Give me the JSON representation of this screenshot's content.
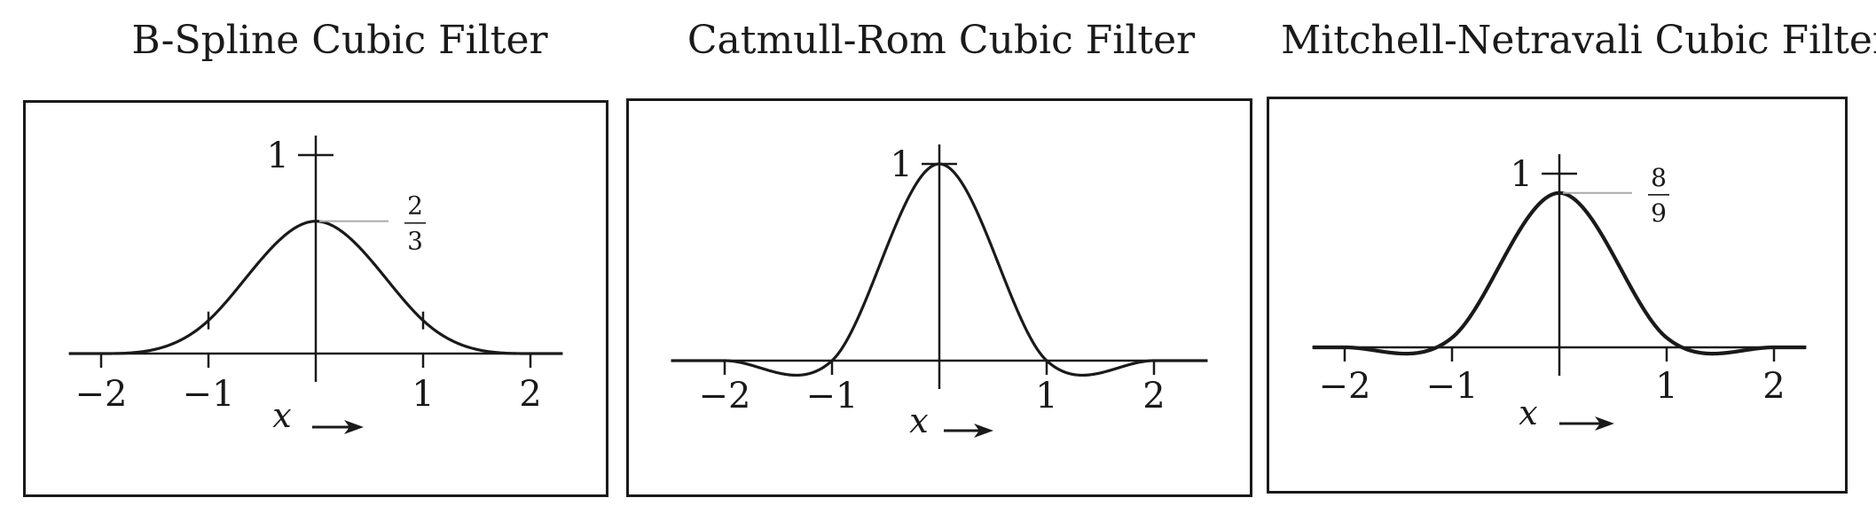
{
  "chart_data": [
    {
      "type": "line",
      "title": "B-Spline Cubic Filter",
      "filter": {
        "B": 1,
        "C": 0
      },
      "xlabel": "x",
      "xlim": [
        -2.3,
        2.3
      ],
      "xticks": [
        -2,
        -1,
        1,
        2
      ],
      "xtick_labels": [
        "−2",
        "−1",
        "1",
        "2"
      ],
      "ytick_label": "1",
      "peak_value": 0.6667,
      "peak_label": {
        "numerator": "2",
        "denominator": "3"
      },
      "series": [
        {
          "x": [
            -2.3,
            -2,
            -1.5,
            -1,
            -0.5,
            0,
            0.5,
            1,
            1.5,
            2,
            2.3
          ],
          "y": [
            0,
            0,
            0.0208,
            0.1667,
            0.4792,
            0.6667,
            0.4792,
            0.1667,
            0.0208,
            0,
            0
          ]
        }
      ],
      "grid": false
    },
    {
      "type": "line",
      "title": "Catmull-Rom Cubic Filter",
      "filter": {
        "B": 0,
        "C": 0.5
      },
      "xlabel": "x",
      "xlim": [
        -2.5,
        2.5
      ],
      "xticks": [
        -2,
        -1,
        1,
        2
      ],
      "xtick_labels": [
        "−2",
        "−1",
        "1",
        "2"
      ],
      "ytick_label": "1",
      "peak_value": 1,
      "series": [
        {
          "x": [
            -2.5,
            -2,
            -1.5,
            -1,
            -0.5,
            0,
            0.5,
            1,
            1.5,
            2,
            2.5
          ],
          "y": [
            0,
            0,
            -0.0625,
            0,
            0.5625,
            1,
            0.5625,
            0,
            -0.0625,
            0,
            0
          ]
        }
      ],
      "grid": false
    },
    {
      "type": "line",
      "title": "Mitchell-Netravali Cubic Filter",
      "filter": {
        "B": 0.3333,
        "C": 0.3333
      },
      "xlabel": "x",
      "xlim": [
        -2.3,
        2.3
      ],
      "xticks": [
        -2,
        -1,
        1,
        2
      ],
      "xtick_labels": [
        "−2",
        "−1",
        "1",
        "2"
      ],
      "ytick_label": "1",
      "peak_value": 0.8889,
      "peak_label": {
        "numerator": "8",
        "denominator": "9"
      },
      "series": [
        {
          "x": [
            -2.3,
            -2,
            -1.5,
            -1,
            -0.5,
            0,
            0.5,
            1,
            1.5,
            2,
            2.3
          ],
          "y": [
            0,
            0,
            -0.0347,
            0.0556,
            0.5347,
            0.8889,
            0.5347,
            0.0556,
            -0.0347,
            0,
            0
          ]
        }
      ],
      "grid": false
    }
  ]
}
